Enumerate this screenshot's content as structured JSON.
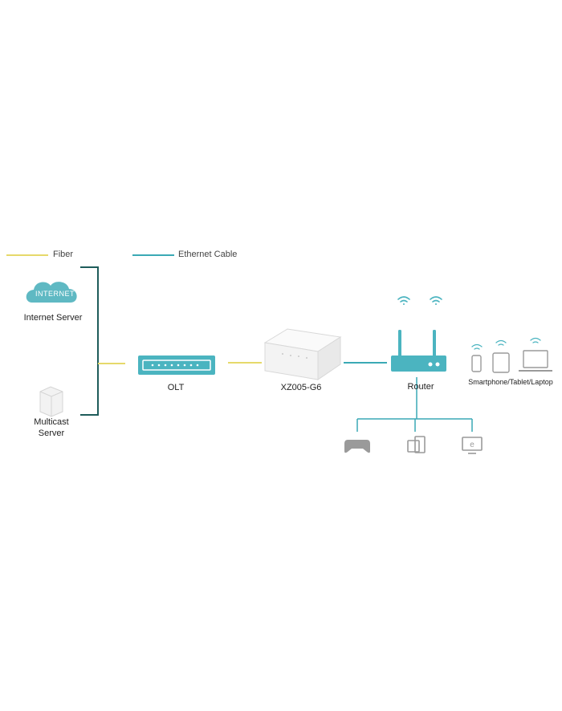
{
  "legend": {
    "fiber_label": "Fiber",
    "ethernet_label": "Ethernet Cable",
    "fiber_color": "#e6d96a",
    "ethernet_color": "#3aa9b5"
  },
  "nodes": {
    "internet_cloud_text": "INTERNET",
    "internet_server": "Internet Server",
    "multicast_line1": "Multicast",
    "multicast_line2": "Server",
    "olt": "OLT",
    "onu": "XZ005-G6",
    "router": "Router",
    "wireless_devices": "Smartphone/Tablet/Laptop"
  },
  "colors": {
    "accent": "#4bb4c0",
    "dark_line": "#1e5c5a",
    "icon_gray": "#9a9a9a"
  }
}
